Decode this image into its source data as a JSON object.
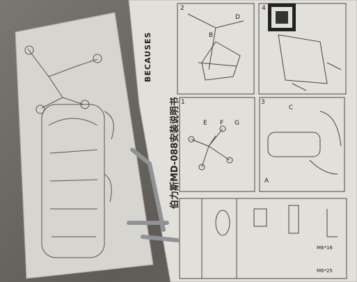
{
  "manual": {
    "brand": "BECAUSES",
    "title": "伯力斯MD-088安装说明书",
    "steps": [
      "1",
      "2",
      "3",
      "4"
    ],
    "part_labels": [
      "A",
      "B",
      "C",
      "D",
      "E",
      "F",
      "G"
    ],
    "hardware": [
      "M6*25",
      "M6*16"
    ]
  },
  "colors": {
    "paper": "#dcdad4",
    "paper_left": "#d6d4cf",
    "floor": "#6e6b66",
    "ink": "#3a3a3a",
    "tool": "#b9bcc0"
  }
}
